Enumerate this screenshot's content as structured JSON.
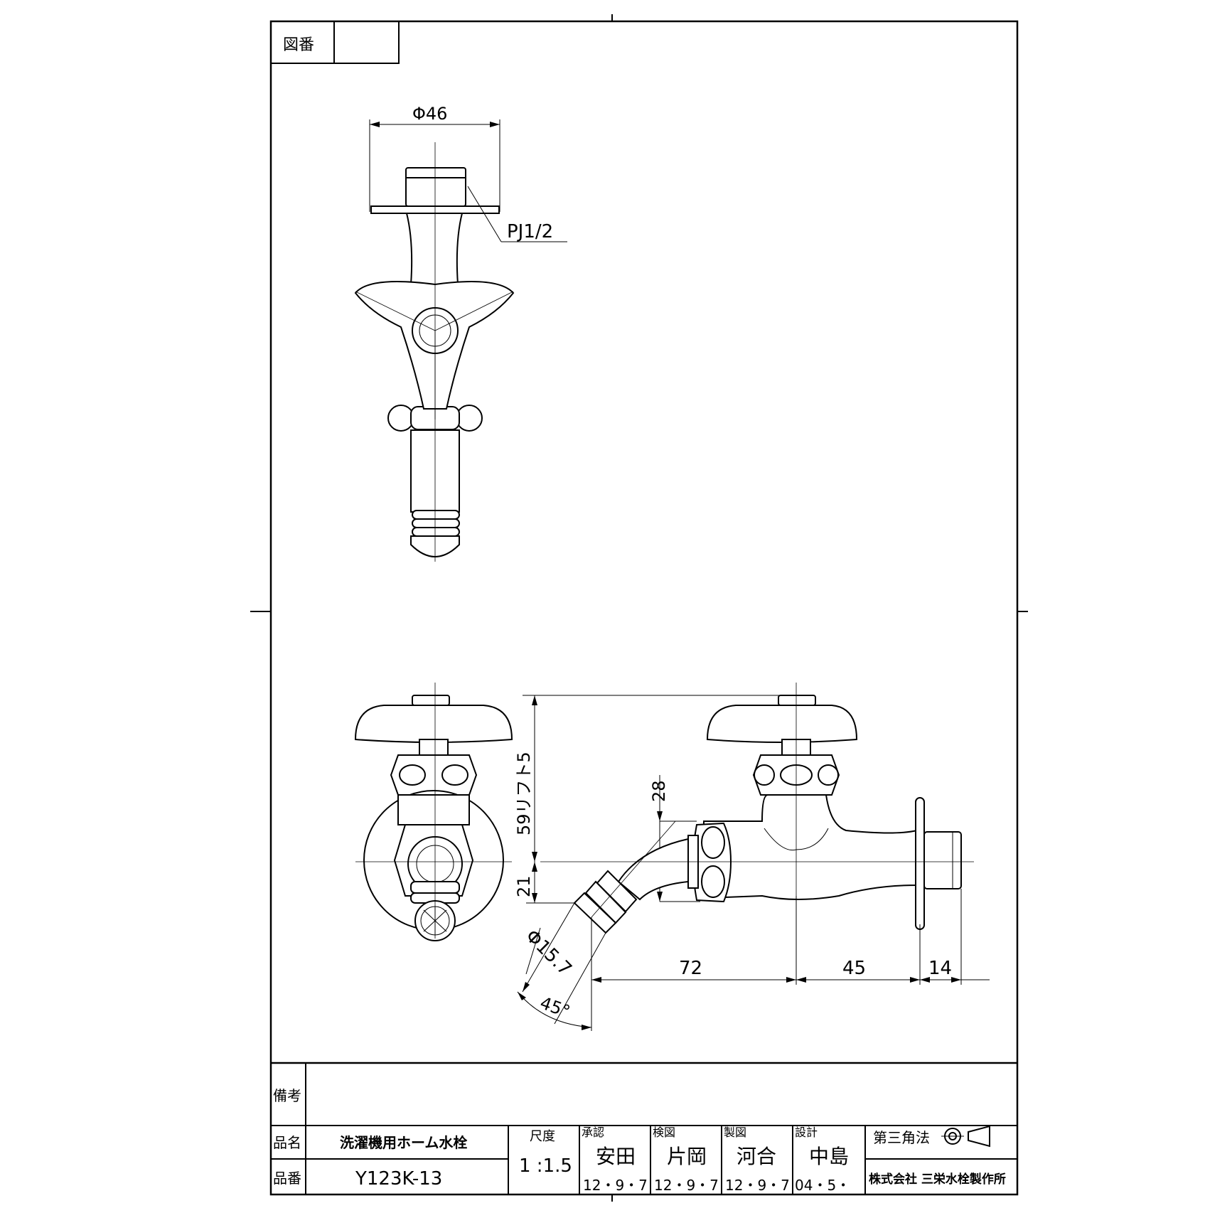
{
  "drawing_number_label": "図番",
  "drawing_number_value": "",
  "dimensions": {
    "top_diameter": "Φ46",
    "thread": "PJ1/2",
    "height_max": "59リフト5",
    "height_28": "28",
    "height_21": "21",
    "outlet_diameter": "Φ15.7",
    "outlet_angle": "45°",
    "length_72": "72",
    "length_45": "45",
    "length_14": "14"
  },
  "title_block": {
    "remarks_label": "備考",
    "remarks_value": "",
    "product_name_label": "品名",
    "product_name": "洗濯機用ホーム水栓",
    "product_number_label": "品番",
    "product_number": "Y123K-13",
    "scale_label": "尺度",
    "scale": "1 :1.5",
    "approval_label": "承認",
    "approval_name": "安田",
    "approval_date": "12・9・7",
    "check_label": "検図",
    "check_name": "片岡",
    "check_date": "12・9・7",
    "drafting_label": "製図",
    "drafting_name": "河合",
    "drafting_date": "12・9・7",
    "design_label": "設計",
    "design_name": "中島",
    "design_date": "04・5・",
    "projection_label": "第三角法",
    "company": "株式会社 三栄水栓製作所"
  }
}
